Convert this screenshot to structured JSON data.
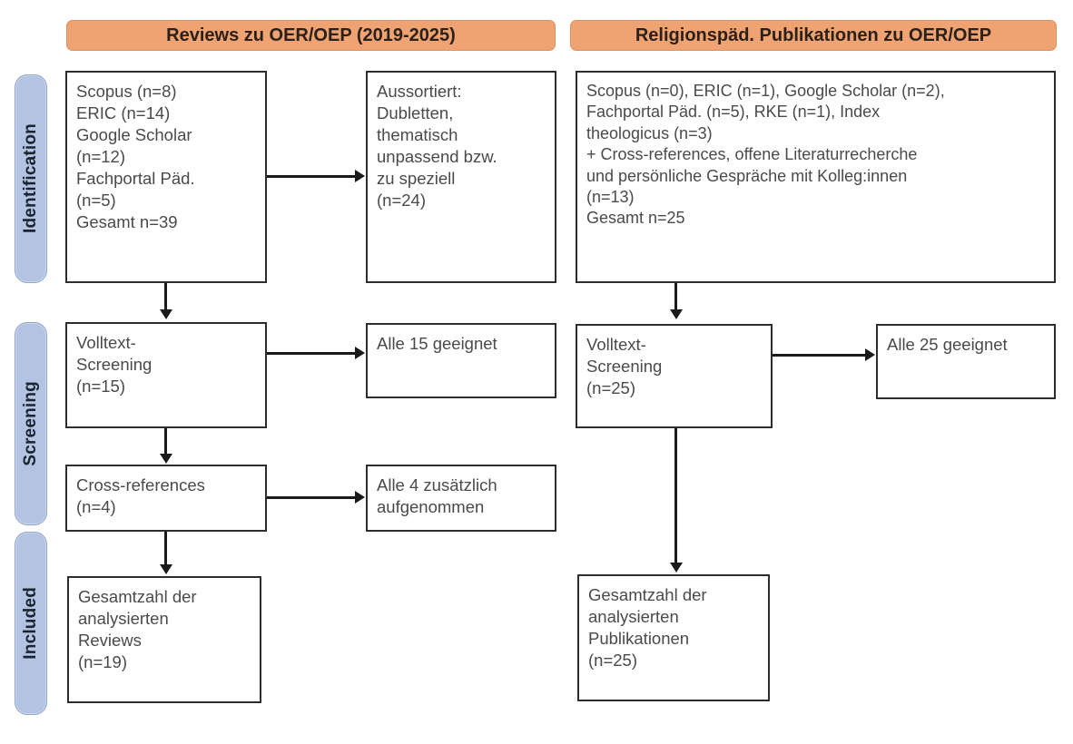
{
  "phases": [
    {
      "label": "Identification"
    },
    {
      "label": "Screening"
    },
    {
      "label": "Included"
    }
  ],
  "columns": {
    "left": {
      "banner": "Reviews zu OER/OEP (2019-2025)",
      "identification_sources": {
        "lines": [
          "Scopus (n=8)",
          "ERIC (n=14)",
          "Google Scholar",
          "(n=12)",
          "Fachportal Päd.",
          "(n=5)",
          "Gesamt n=39"
        ]
      },
      "identification_excluded": {
        "lines": [
          "Aussortiert:",
          "Dubletten,",
          "thematisch",
          "unpassend bzw.",
          "zu speziell",
          "(n=24)"
        ]
      },
      "screening_fulltext": {
        "lines": [
          "Volltext-",
          "Screening",
          "(n=15)"
        ]
      },
      "screening_eligible": {
        "lines": [
          "Alle 15 geeignet"
        ]
      },
      "crossrefs": {
        "lines": [
          "Cross-references",
          "(n=4)"
        ]
      },
      "crossrefs_added": {
        "lines": [
          "Alle 4 zusätzlich",
          "aufgenommen"
        ]
      },
      "included_total": {
        "lines": [
          "Gesamtzahl der",
          "analysierten",
          "Reviews",
          "(n=19)"
        ]
      }
    },
    "right": {
      "banner": "Religionspäd. Publikationen zu OER/OEP",
      "identification_sources": {
        "lines": [
          "Scopus (n=0), ERIC (n=1), Google Scholar (n=2),",
          "Fachportal Päd. (n=5), RKE (n=1), Index",
          "theologicus (n=3)",
          "+ Cross-references, offene Literaturrecherche",
          "und persönliche Gespräche mit Kolleg:innen",
          "(n=13)",
          "Gesamt n=25"
        ]
      },
      "screening_fulltext": {
        "lines": [
          "Volltext-",
          "Screening",
          "(n=25)"
        ]
      },
      "screening_eligible": {
        "lines": [
          "Alle 25 geeignet"
        ]
      },
      "included_total": {
        "lines": [
          "Gesamtzahl der",
          "analysierten",
          "Publikationen",
          "(n=25)"
        ]
      }
    }
  },
  "colors": {
    "banner_fill": "#f0a372",
    "phase_fill": "#b3c4e2",
    "box_border": "#2d2d2d",
    "connector": "#1a1a1a",
    "text": "#4a4a4a"
  }
}
